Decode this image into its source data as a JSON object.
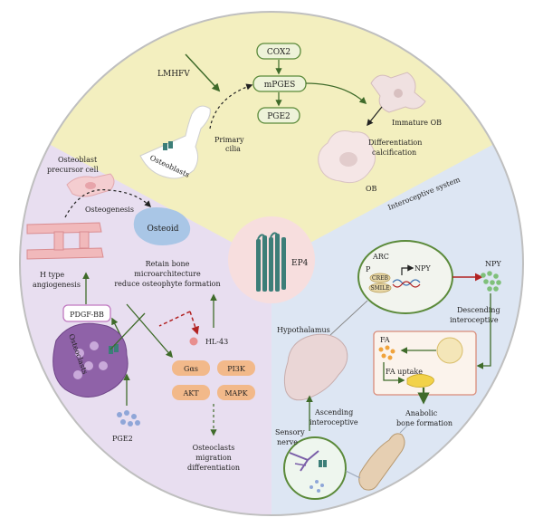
{
  "top": {
    "lmhfv": "LMHFV",
    "cox2": "COX2",
    "mpges": "mPGES",
    "pge2": "PGE2",
    "primary_cilia": [
      "Primary",
      "cilia"
    ],
    "osteoblasts": "Osteoblasts",
    "immature_ob": "Immature OB",
    "differentiation": [
      "Differentiation",
      "calcification"
    ],
    "ob": "OB"
  },
  "center": {
    "ep4": "EP4",
    "interoceptive_system": "Interoceptive system"
  },
  "left": {
    "osteoblast_precursor": [
      "Osteoblast",
      "precursor cell"
    ],
    "osteogenesis": "Osteogenesis",
    "osteoid": "Osteoid",
    "h_type": [
      "H type",
      "angiogenesis"
    ],
    "retain": [
      "Retain bone",
      "microarchitecture",
      "reduce osteophyte formation"
    ],
    "pdgf_bb": "PDGF-BB",
    "hl43": "HL-43",
    "osteoclasts": "Osteoclasts",
    "pge2": "PGE2",
    "gas": "Gαs",
    "pi3k": "PI3K",
    "akt": "AKT",
    "mapk": "MAPK",
    "migration": [
      "Osteoclasts",
      "migration",
      "differentiation"
    ]
  },
  "right": {
    "arc": "ARC",
    "npy_inner": "NPY",
    "p": "P",
    "creb": "CREB",
    "smile": "SMILE",
    "npy": "NPY",
    "descending": [
      "Descending",
      "interoceptive"
    ],
    "hypothalamus": "Hypothalamus",
    "fa": "FA",
    "fa_uptake": "FA uptake",
    "ascending": [
      "Ascending",
      "interoceptive"
    ],
    "anabolic": [
      "Anabolic",
      "bone formation"
    ],
    "sensory_nerve": [
      "Sensory",
      "nerve"
    ]
  },
  "colors": {
    "top_sector": "#f3efbf",
    "left_sector": "#e8def0",
    "right_sector": "#dde6f3",
    "center_disc": "#f7dede",
    "ring_border": "#bfbfbf",
    "green_arrow": "#3f6b2a",
    "green_box_border": "#5b8a3a",
    "orange_box": "#f2b98a",
    "red_dashed": "#b22222",
    "receptor": "#3c7e78"
  }
}
